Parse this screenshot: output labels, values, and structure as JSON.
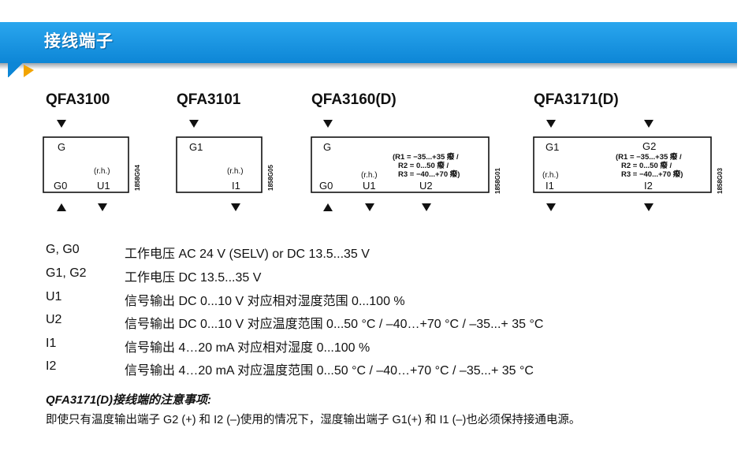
{
  "header": {
    "title": "接线端子"
  },
  "models": [
    "QFA3100",
    "QFA3101",
    "QFA3160(D)",
    "QFA3171(D)"
  ],
  "diagrams": {
    "d1": {
      "top": "G",
      "bottom1": "G0",
      "bottom2": "U1",
      "rh": "(r.h.)",
      "code": "1858G04"
    },
    "d2": {
      "top": "G1",
      "bottom": "I1",
      "rh": "(r.h.)",
      "code": "1858G05"
    },
    "d3": {
      "top": "G",
      "bottom1": "G0",
      "bottom2": "U1",
      "bottom3": "U2",
      "rh": "(r.h.)",
      "r1": "(R1 = −35...+35 癈 /",
      "r2": "R2 = 0...50 癈 /",
      "r3": "R3 = −40...+70 癈)",
      "code": "1858G01"
    },
    "d4": {
      "top1": "G1",
      "top2": "G2",
      "bottom1": "I1",
      "bottom2": "I2",
      "rh": "(r.h.)",
      "r1": "(R1 = −35...+35 癈 /",
      "r2": "R2 = 0...50 癈 /",
      "r3": "R3 = −40...+70 癈)",
      "code": "1858G03"
    }
  },
  "terminals": [
    {
      "label": "G, G0",
      "desc": "工作电压 AC 24 V (SELV) or DC 13.5...35 V"
    },
    {
      "label": "G1, G2",
      "desc": "工作电压 DC 13.5...35 V"
    },
    {
      "label": "U1",
      "desc": "信号输出 DC 0...10 V 对应相对湿度范围 0...100 %"
    },
    {
      "label": "U2",
      "desc": "信号输出 DC 0...10 V 对应温度范围 0...50 °C / –40…+70 °C / –35...+ 35 °C"
    },
    {
      "label": "I1",
      "desc": "信号输出 4…20 mA 对应相对湿度 0...100 %"
    },
    {
      "label": "I2",
      "desc": "信号输出 4…20 mA 对应温度范围 0...50 °C / –40…+70 °C / –35...+ 35 °C"
    }
  ],
  "note": {
    "title": "QFA3171(D)接线端的注意事项:",
    "text": "即使只有温度输出端子 G2 (+) 和 I2 (–)使用的情况下，湿度输出端子 G1(+) 和 I1 (–)也必须保持接通电源。"
  }
}
